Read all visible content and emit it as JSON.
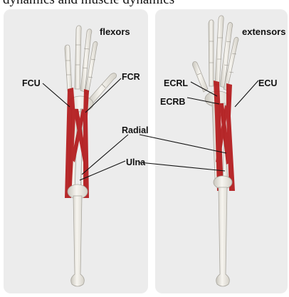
{
  "caption_fragment": "dynamics and muscle dynamics",
  "panels": {
    "left": {
      "title": "flexors"
    },
    "right": {
      "title": "extensors"
    }
  },
  "labels": {
    "fcu": "FCU",
    "fcr": "FCR",
    "ecrl": "ECRL",
    "ecrb": "ECRB",
    "ecu": "ECU",
    "radial": "Radial",
    "ulna": "Ulna"
  },
  "colors": {
    "panel_bg": "#ececec",
    "bone": "#f2f0ea",
    "bone_shade": "#c9c6bd",
    "muscle": "#b3191b",
    "leader": "#111111"
  }
}
